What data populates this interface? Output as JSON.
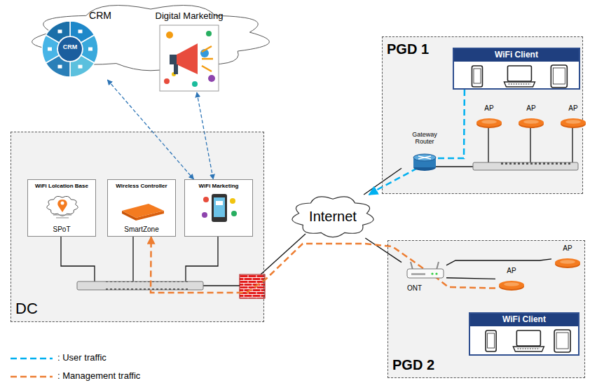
{
  "diagram": {
    "nodes": [
      {
        "text": [
          "CRM"
        ]
      },
      {
        "text": [
          "Digital Marketing"
        ]
      },
      {
        "text": [
          "PGD 1"
        ]
      },
      {
        "text": [
          "WiFi Client"
        ],
        "in": 2
      },
      {
        "text": [
          "Gateway Router"
        ],
        "in": 2
      },
      {
        "text": [
          "AP"
        ],
        "in": 2
      },
      {
        "text": [
          "AP"
        ],
        "in": 2
      },
      {
        "text": [
          "AP"
        ],
        "in": 2
      },
      {
        "text": [
          "DC"
        ]
      },
      {
        "text": [
          "WiFi Lolcation Base",
          "SPoT"
        ],
        "in": 8
      },
      {
        "text": [
          "Wireless Controller",
          "SmartZone"
        ],
        "in": 8
      },
      {
        "text": [
          "WiFi Marketing"
        ],
        "in": 8
      },
      {
        "text": [
          "Internet"
        ]
      },
      {
        "text": [
          "PGD 2"
        ]
      },
      {
        "text": [
          "AP"
        ],
        "in": 13
      },
      {
        "text": [
          "ONT"
        ],
        "in": 13
      },
      {
        "text": [
          "AP"
        ],
        "in": 13
      },
      {
        "text": [
          "WiFi Client"
        ],
        "in": 13
      }
    ],
    "edges": [
      {
        "from": 0,
        "to": 11,
        "arrow": "both"
      },
      {
        "from": 1,
        "to": 11,
        "arrow": "both"
      },
      {
        "from": 12,
        "to": 4,
        "arrow": "none"
      },
      {
        "from": 12,
        "to": 15,
        "arrow": "none"
      },
      {
        "from": 15,
        "to": 14,
        "arrow": "none"
      },
      {
        "from": 15,
        "to": 16,
        "arrow": "none"
      },
      {
        "from": 3,
        "to": 12,
        "arrow": "to"
      },
      {
        "from": 16,
        "to": 10,
        "arrow": "to"
      }
    ],
    "labels": [
      "CRM"
    ],
    "legend": [
      {
        "text": ": User traffic"
      },
      {
        "text": ": Management traffic"
      }
    ]
  }
}
